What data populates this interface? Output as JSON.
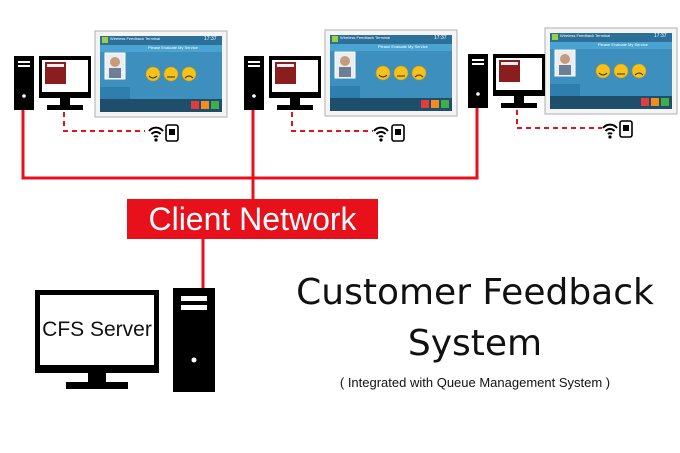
{
  "title_line1": "Customer Feedback",
  "title_line2": "System",
  "subtitle": "( Integrated with Queue Management System )",
  "network_label": "Client Network",
  "server_label": "CFS Server",
  "tablet": {
    "header": "Wireless Feedback Terminal",
    "time": "17:37",
    "prompt": "Please Evaluate My Service"
  },
  "colors": {
    "network": "#e8101a",
    "device": "#000000",
    "tablet_bar": "#2a8fc0"
  },
  "icons": [
    "desktop-computer-icon",
    "wifi-icon",
    "feedback-terminal-icon",
    "server-icon",
    "smiley-happy-icon",
    "smiley-neutral-icon",
    "smiley-sad-icon"
  ]
}
